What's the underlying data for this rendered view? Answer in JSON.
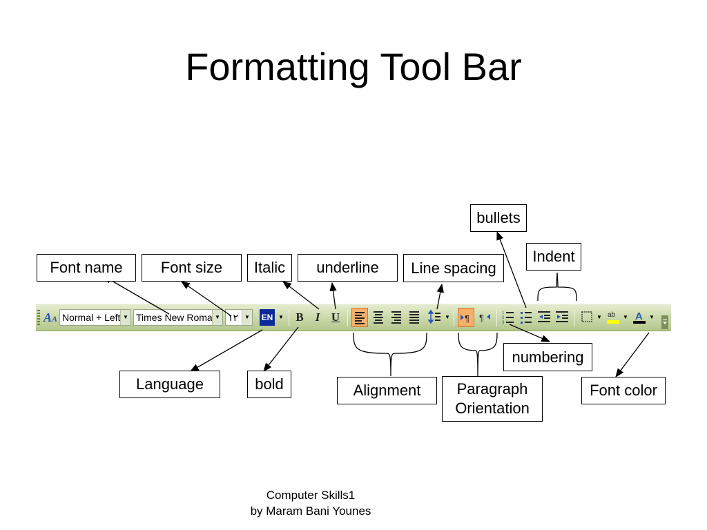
{
  "slide": {
    "title": "Formatting Tool Bar",
    "footer_line1": "Computer Skills1",
    "footer_line2": "by Maram Bani Younes"
  },
  "toolbar": {
    "style_value": "Normal + Left-t",
    "font_value": "Times New Roman",
    "size_value": "١٢",
    "language_button": "EN",
    "bold_glyph": "B",
    "italic_glyph": "I",
    "underline_glyph": "U",
    "highlight_glyph": "ab",
    "font_color_glyph": "A",
    "colors": {
      "toolbar_bg": "#c9d8a8",
      "active_button": "#f7b06a",
      "language_bg": "#0d2a9a",
      "highlight": "#ffff00",
      "font_color_bar": "#000000"
    }
  },
  "labels": {
    "font_name": "Font name",
    "font_size": "Font size",
    "italic": "Italic",
    "underline": "underline",
    "line_spacing": "Line spacing",
    "bullets": "bullets",
    "indent": "Indent",
    "numbering": "numbering",
    "language": "Language",
    "bold": "bold",
    "alignment": "Alignment",
    "paragraph_orientation_line1": "Paragraph",
    "paragraph_orientation_line2": "Orientation",
    "font_color": "Font color"
  }
}
